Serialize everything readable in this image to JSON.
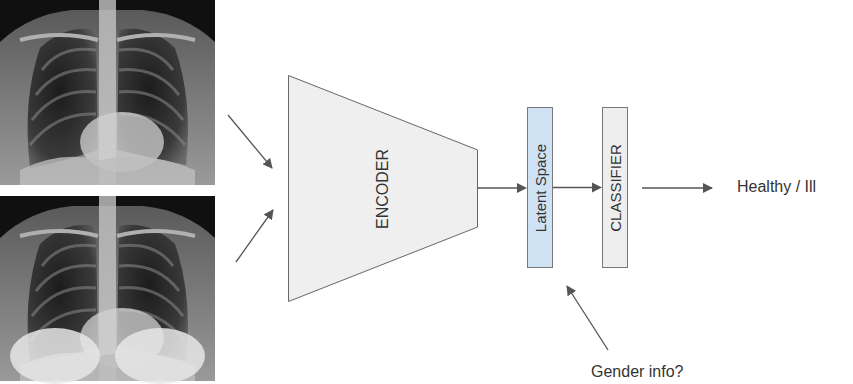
{
  "diagram": {
    "nodes": [
      {
        "text": [
          "ENCODER"
        ]
      },
      {
        "text": [
          "Latent Space"
        ]
      },
      {
        "text": [
          "CLASSIFIER"
        ]
      }
    ],
    "edges": [
      {
        "from": 0,
        "to": 1,
        "arrow": "to"
      },
      {
        "from": 1,
        "to": 2,
        "arrow": "to"
      }
    ],
    "labels": [
      "Healthy / Ill",
      "Gender info?"
    ]
  }
}
